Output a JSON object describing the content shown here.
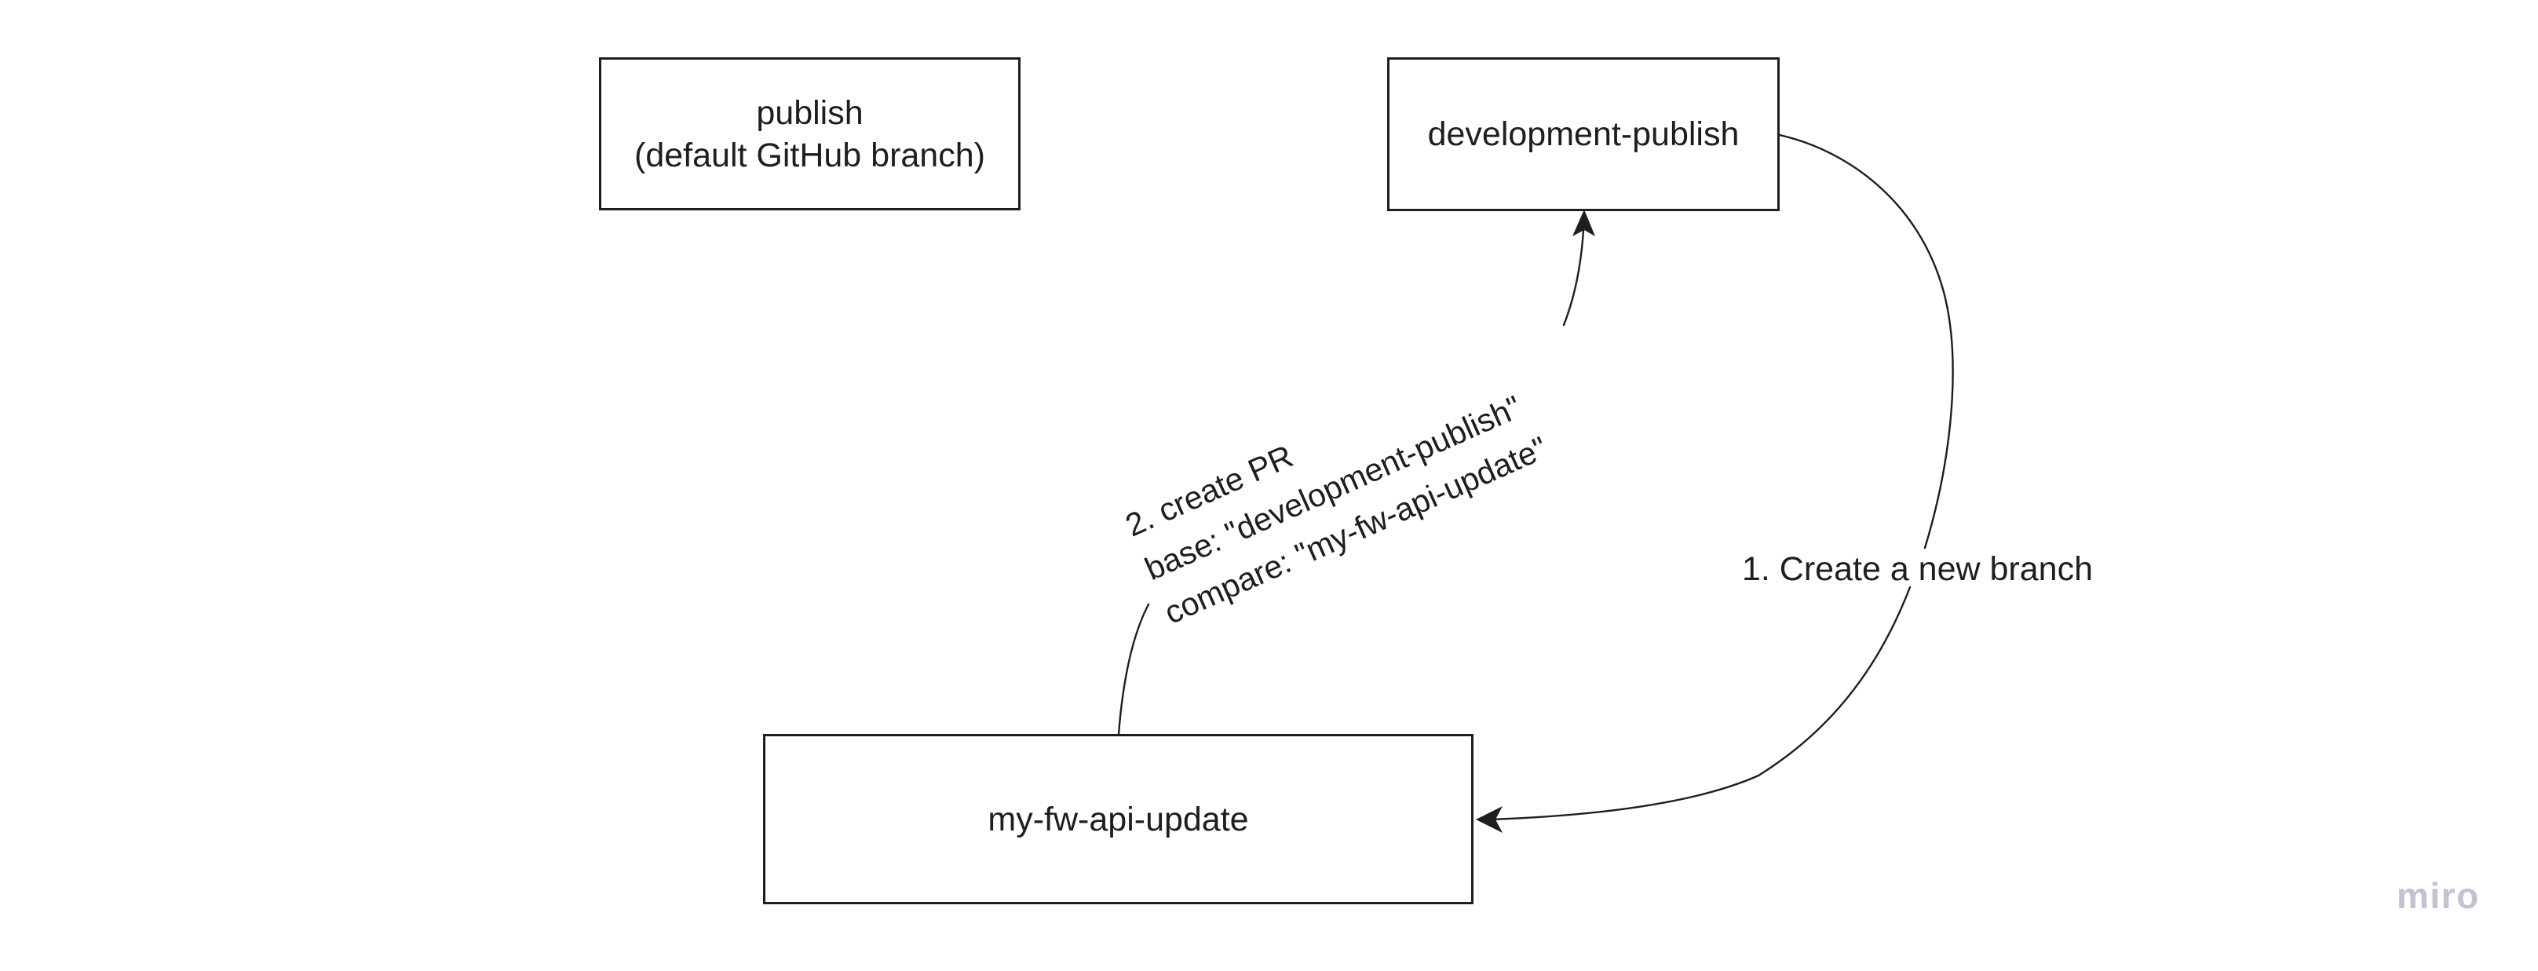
{
  "board": {
    "background": "#ffffff",
    "ink_color": "#1e1e1e",
    "watermark": {
      "label": "miro",
      "color": "#c3c2d0"
    }
  },
  "nodes": [
    {
      "id": "publish",
      "label_line1": "publish",
      "label_line2": "(default GitHub branch)"
    },
    {
      "id": "development-publish",
      "label": "development-publish"
    },
    {
      "id": "my-fw-api-update",
      "label": "my-fw-api-update"
    }
  ],
  "edges": [
    {
      "id": "create-branch",
      "from": "development-publish",
      "to": "my-fw-api-update",
      "label": "1. Create a new branch"
    },
    {
      "id": "create-pr",
      "from": "my-fw-api-update",
      "to": "development-publish",
      "label_line1": "2. create PR",
      "label_line2": "base: \"development-publish\"",
      "label_line3": "compare: \"my-fw-api-update\""
    }
  ]
}
